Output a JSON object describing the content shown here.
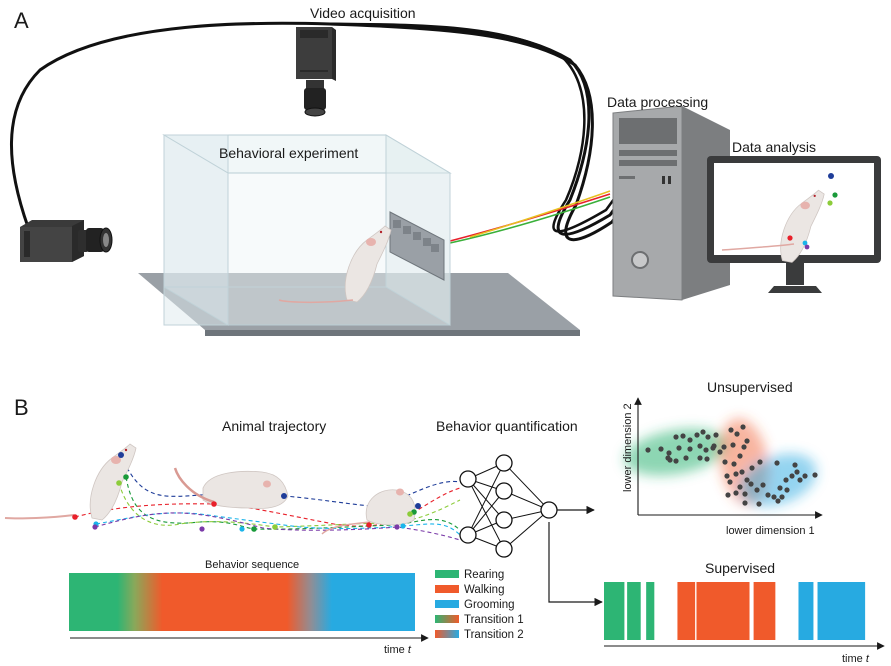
{
  "panel_a": {
    "letter": "A",
    "labels": {
      "video_acquisition": "Video acquisition",
      "behavioral_experiment": "Behavioral experiment",
      "data_processing": "Data processing",
      "data_analysis": "Data analysis"
    }
  },
  "panel_b": {
    "letter": "B",
    "labels": {
      "animal_trajectory": "Animal trajectory",
      "behavior_quantification": "Behavior quantification",
      "unsupervised": "Unsupervised",
      "supervised": "Supervised",
      "behavior_sequence": "Behavior sequence"
    },
    "scatter": {
      "xlabel": "lower dimension 1",
      "ylabel": "lower dimension 2"
    },
    "time_axis_label": "time",
    "time_axis_var": "t",
    "legend": [
      {
        "label": "Rearing",
        "colors": [
          "#2db574"
        ]
      },
      {
        "label": "Walking",
        "colors": [
          "#f05a2b"
        ]
      },
      {
        "label": "Grooming",
        "colors": [
          "#27aae1"
        ]
      },
      {
        "label": "Transition 1",
        "colors": [
          "#2db574",
          "#f05a2b"
        ]
      },
      {
        "label": "Transition 2",
        "colors": [
          "#f05a2b",
          "#27aae1"
        ]
      }
    ],
    "keypoint_colors": {
      "nose": "#1f3d99",
      "forepaw_1": "#1a9a3a",
      "forepaw_2": "#8ccc3a",
      "tail_base": "#e8202a",
      "hindpaw_1": "#1ab4ea",
      "hindpaw_2": "#7a3aa8"
    },
    "colors": {
      "rearing": "#2db574",
      "walking": "#f05a2b",
      "grooming": "#27aae1"
    },
    "supervised_segments": [
      {
        "behavior": "rearing",
        "start": 0.0,
        "end": 0.075
      },
      {
        "behavior": "rearing",
        "start": 0.085,
        "end": 0.135
      },
      {
        "behavior": "rearing",
        "start": 0.155,
        "end": 0.185
      },
      {
        "behavior": "walking",
        "start": 0.27,
        "end": 0.335
      },
      {
        "behavior": "walking",
        "start": 0.34,
        "end": 0.535
      },
      {
        "behavior": "walking",
        "start": 0.55,
        "end": 0.63
      },
      {
        "behavior": "grooming",
        "start": 0.715,
        "end": 0.77
      },
      {
        "behavior": "grooming",
        "start": 0.785,
        "end": 0.96
      }
    ]
  }
}
